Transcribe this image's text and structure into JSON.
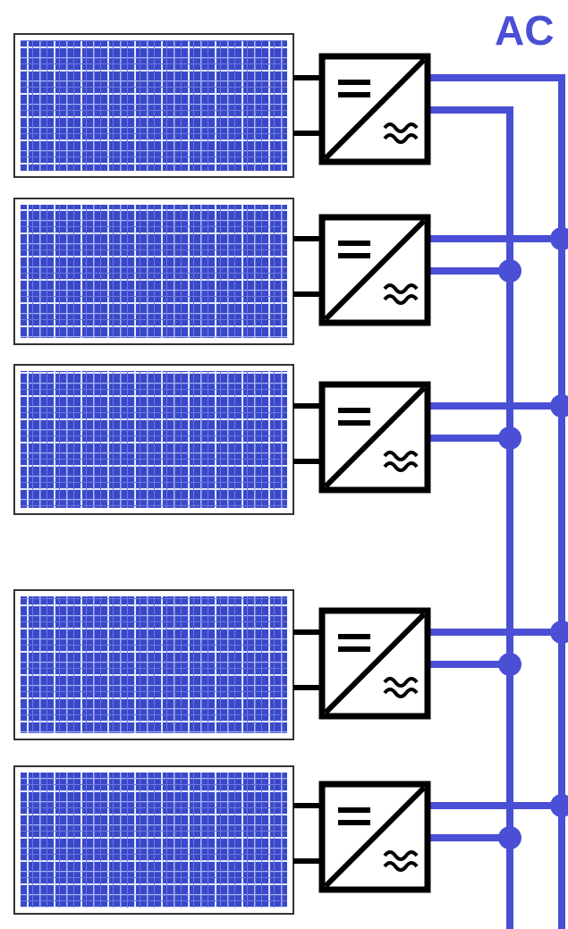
{
  "bus_label": "AC",
  "colors": {
    "bus": "#4a4fd6",
    "panel_fill": "#3a48c8",
    "panel_line": "#dfe6ff",
    "panel_frame": "#333333",
    "inverter_stroke": "#000000"
  },
  "icons": {
    "panel": "solar-panel-icon",
    "inverter": "dc-ac-inverter-icon",
    "dc_symbol": "dc-bars-icon",
    "ac_symbol": "ac-tilde-icon",
    "junction": "junction-dot-icon"
  },
  "modules": [
    {
      "id": "module-1"
    },
    {
      "id": "module-2"
    },
    {
      "id": "module-3"
    },
    {
      "id": "module-4"
    },
    {
      "id": "module-5"
    }
  ]
}
